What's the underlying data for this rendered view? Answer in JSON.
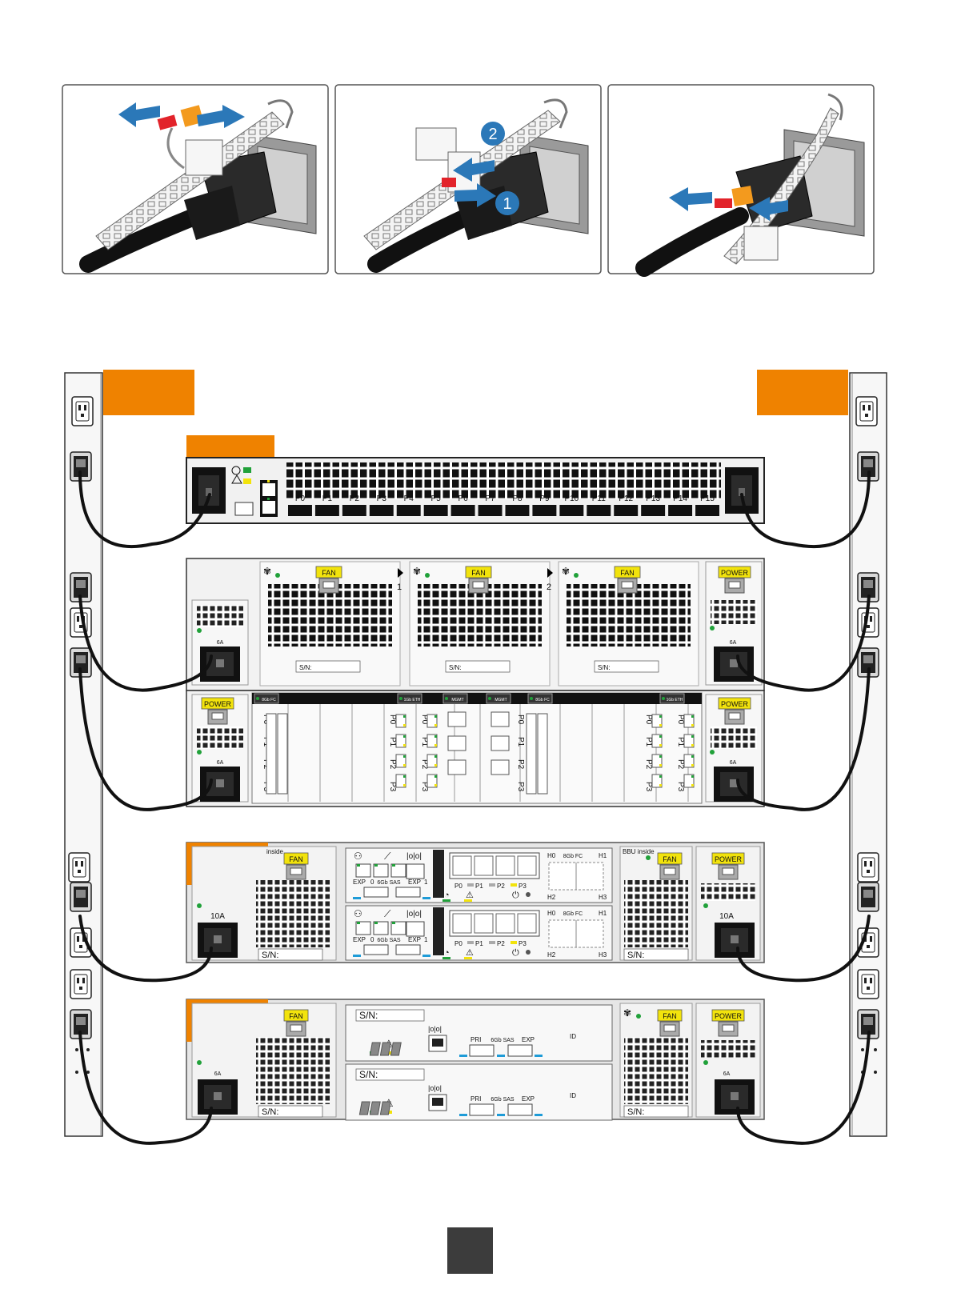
{
  "colors": {
    "orange": "#ef8200",
    "arrow_blue": "#2b78b8",
    "latch_red": "#e2232a",
    "latch_orange": "#f39a1e",
    "status_green": "#21a13a",
    "label_yellow": "#f2e30c",
    "port_blue": "#1e9bd7",
    "cable": "#111111"
  },
  "steps": {
    "step_two": "2",
    "step_one": "1"
  },
  "switch": {
    "ports": [
      "P0",
      "P1",
      "P2",
      "P3",
      "P4",
      "P5",
      "P6",
      "P7",
      "P8",
      "P9",
      "P10",
      "P11",
      "P12",
      "P13",
      "P14",
      "P15"
    ]
  },
  "controller": {
    "fan": "FAN",
    "power": "POWER",
    "rating": "6A",
    "sn": "S/N:",
    "slot_one": "1",
    "slot_two": "2",
    "fc": "8Gb FC",
    "eth": "1Gb ETH",
    "mgmt": "MGMT",
    "ports_v": [
      "P0",
      "P1",
      "P2",
      "P3"
    ]
  },
  "storage": {
    "bbu": "BBU inside",
    "bbu_left": "inside",
    "fan": "FAN",
    "power": "POWER",
    "rating": "10A",
    "sn": "S/N:",
    "exp": "EXP",
    "exp0": "0",
    "exp1": "1",
    "sas": "6Gb SAS",
    "fc": "8Gb FC",
    "p0": "P0",
    "p1": "P1",
    "p2": "P2",
    "p3": "P3",
    "h0": "H0",
    "h1": "H1",
    "h2": "H2",
    "h3": "H3"
  },
  "disk": {
    "fan": "FAN",
    "power": "POWER",
    "rating": "6A",
    "sn": "S/N:",
    "pri": "PRI",
    "sas": "6Gb SAS",
    "exp": "EXP",
    "id": "ID"
  }
}
